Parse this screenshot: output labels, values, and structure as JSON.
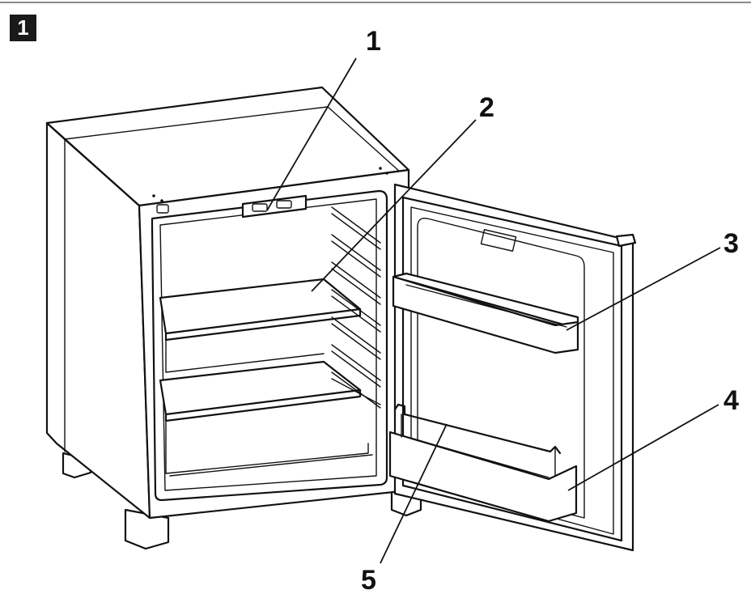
{
  "figure": {
    "badge": "1"
  },
  "callouts": [
    {
      "id": "1",
      "label": "1"
    },
    {
      "id": "2",
      "label": "2"
    },
    {
      "id": "3",
      "label": "3"
    },
    {
      "id": "4",
      "label": "4"
    },
    {
      "id": "5",
      "label": "5"
    }
  ],
  "colors": {
    "line": "#111111",
    "background": "#ffffff",
    "badge": "#1a1a1a"
  }
}
